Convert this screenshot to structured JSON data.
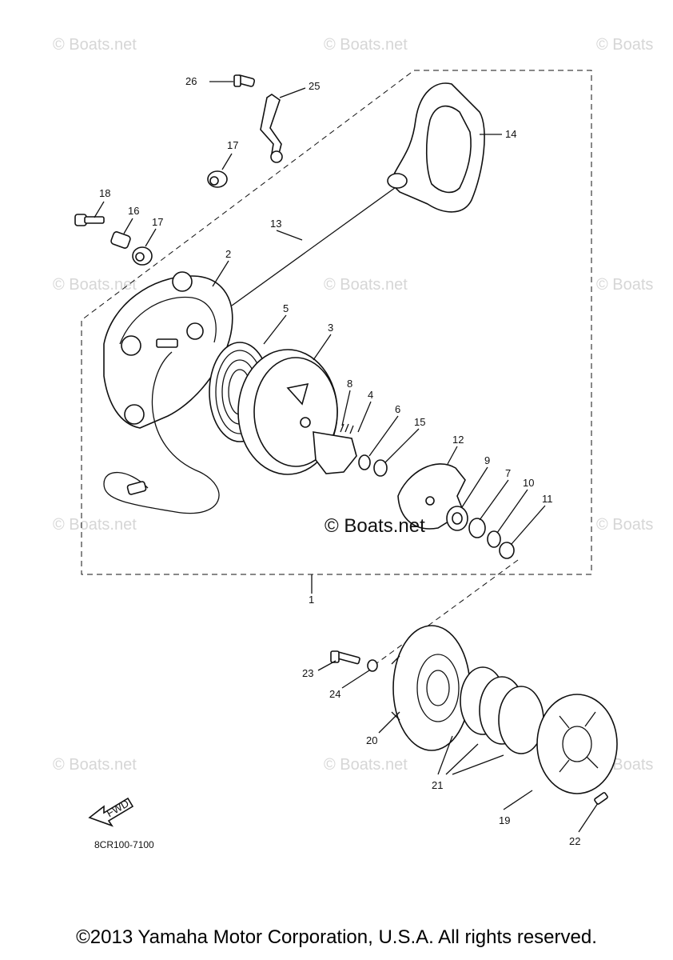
{
  "watermarks": [
    "© Boats.net",
    "© Boats.net",
    "© Boats",
    "© Boats.net",
    "© Boats.net",
    "© Boats",
    "© Boats.net",
    "© Boats",
    "© Boats.net",
    "© Boats.net",
    "© Boats"
  ],
  "center_watermark": "© Boats.net",
  "callouts": {
    "c1": "1",
    "c2": "2",
    "c3": "3",
    "c4": "4",
    "c5": "5",
    "c6": "6",
    "c7": "7",
    "c8": "8",
    "c9": "9",
    "c10": "10",
    "c11": "11",
    "c12": "12",
    "c13": "13",
    "c14": "14",
    "c15": "15",
    "c16": "16",
    "c17a": "17",
    "c17b": "17",
    "c18": "18",
    "c19": "19",
    "c20": "20",
    "c21": "21",
    "c22": "22",
    "c23": "23",
    "c24": "24",
    "c25": "25",
    "c26": "26"
  },
  "fwd_label": "FWD",
  "part_number": "8CR100-7100",
  "copyright": "©2013 Yamaha Motor Corporation, U.S.A. All rights reserved."
}
